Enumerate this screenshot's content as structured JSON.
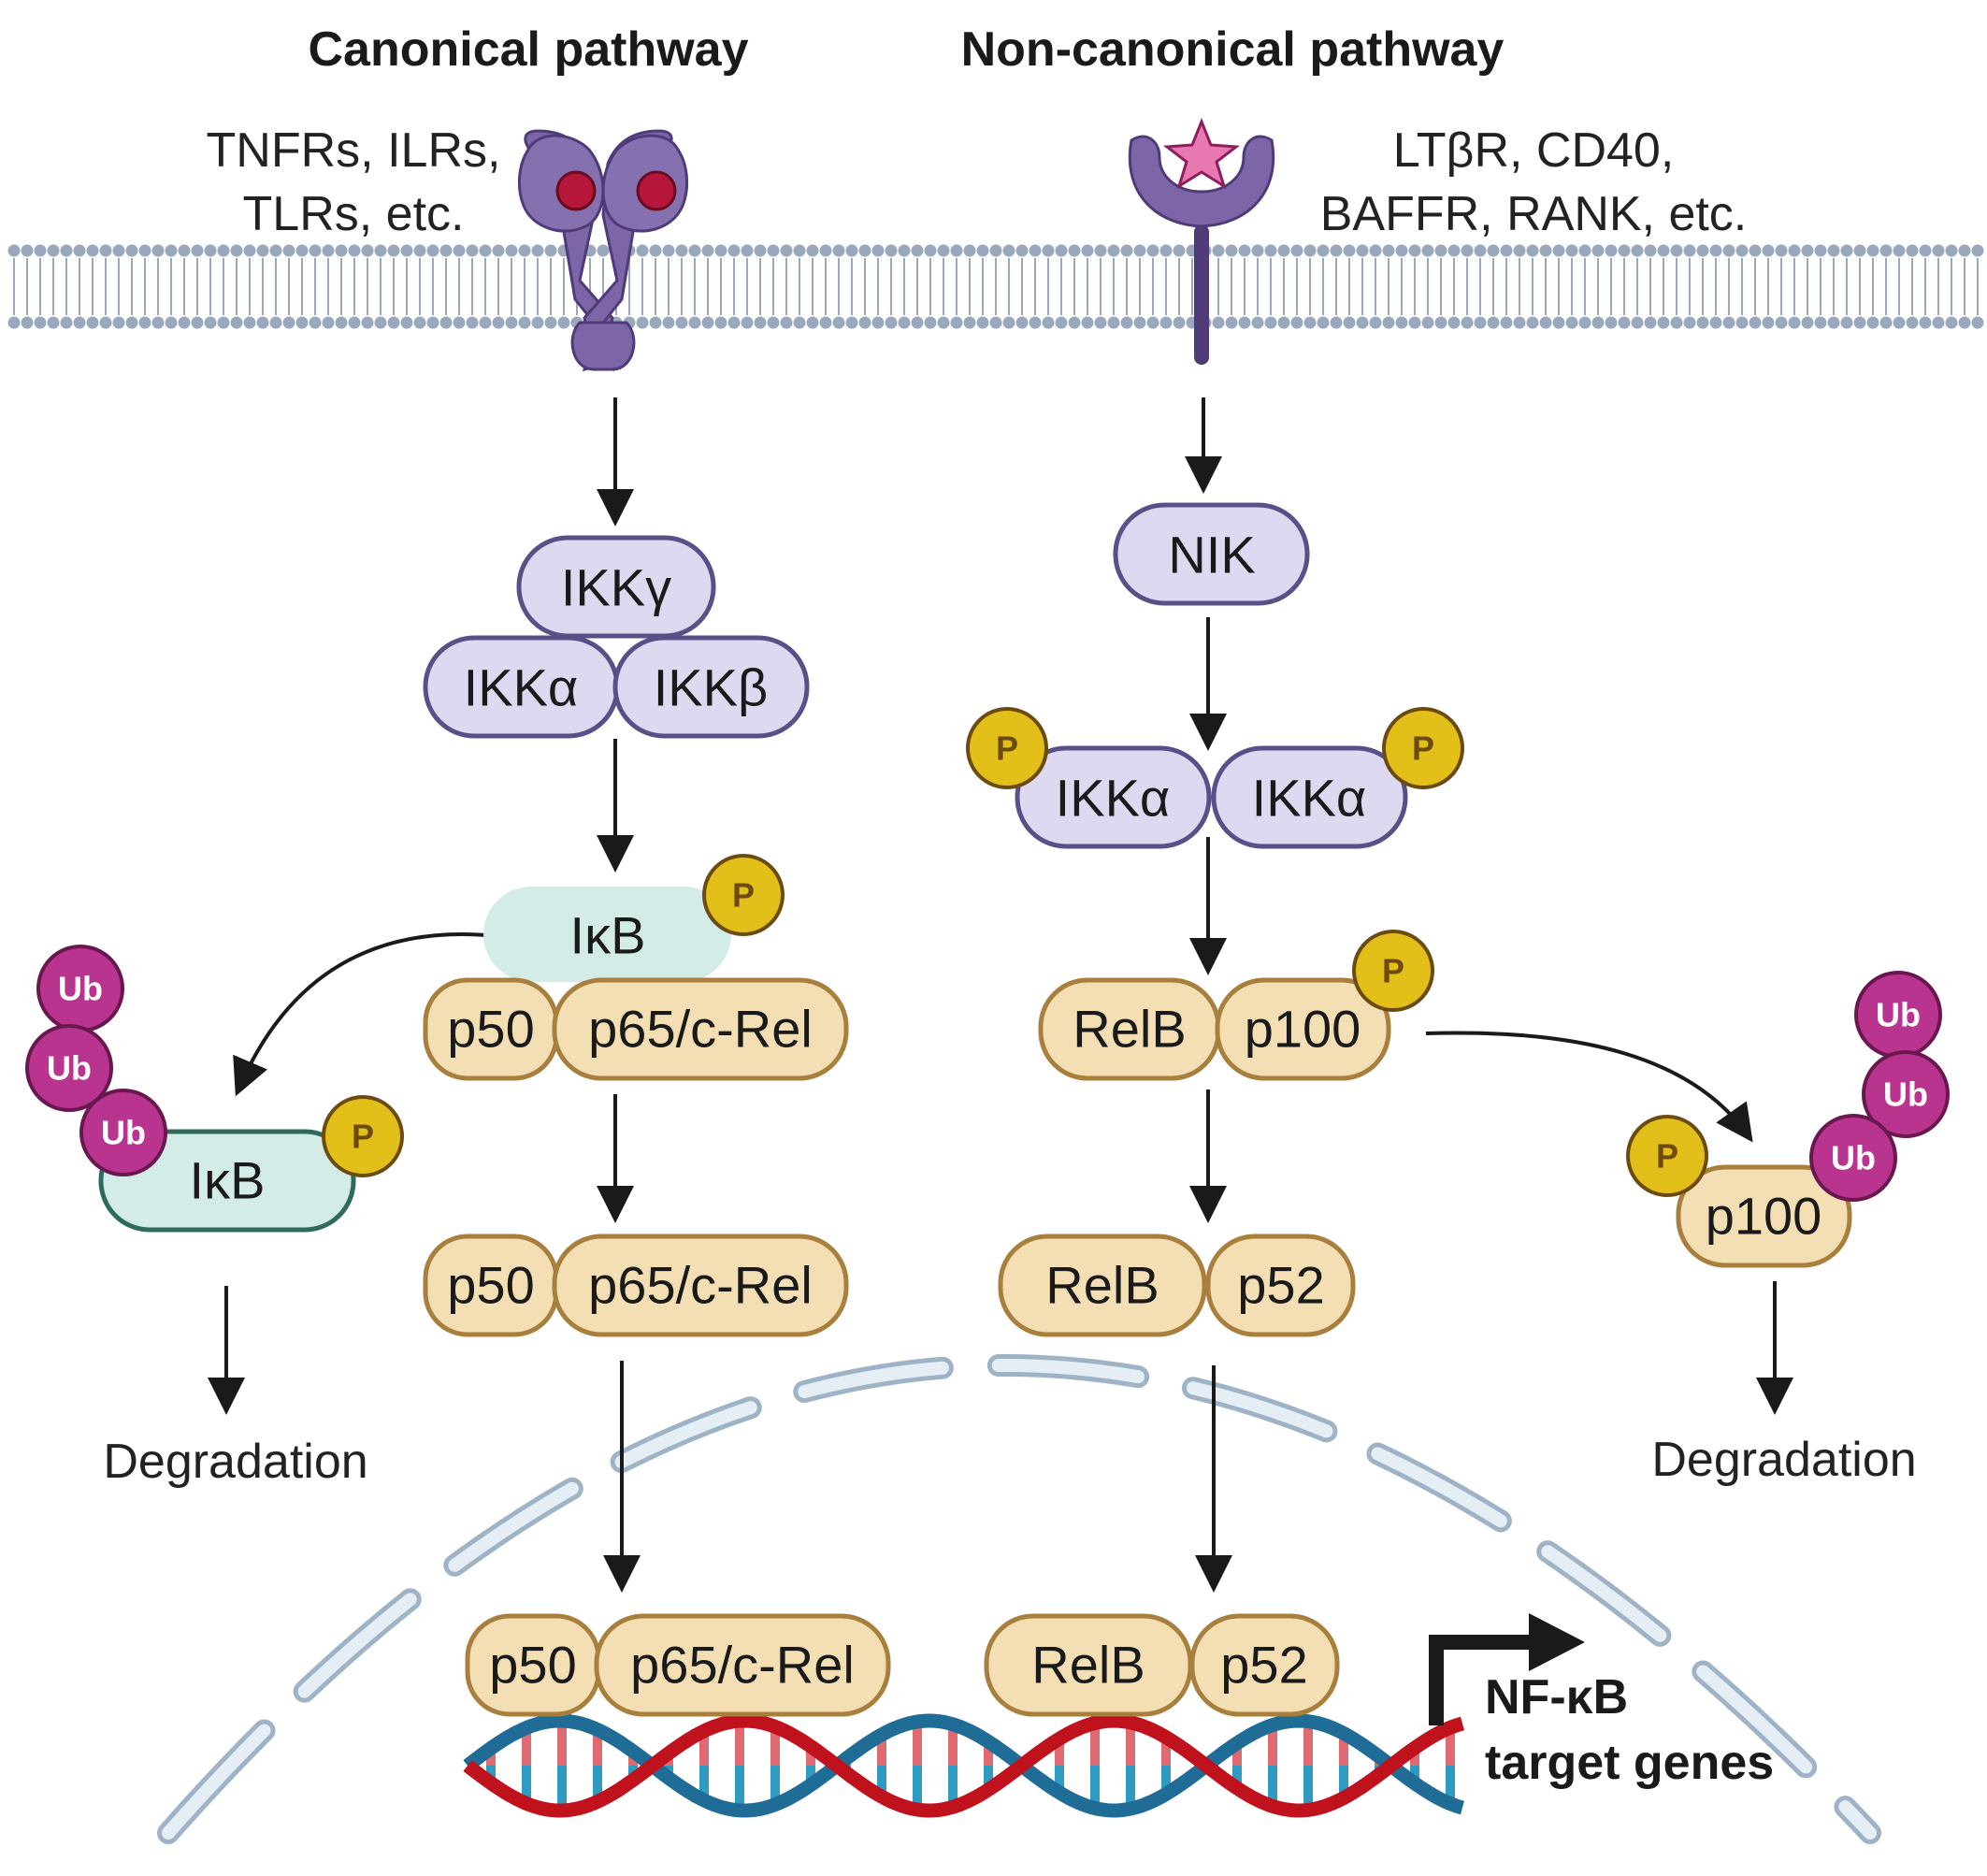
{
  "titles": {
    "canonical": "Canonical pathway",
    "noncanonical": "Non-canonical pathway"
  },
  "receptors": {
    "canonical_line1": "TNFRs, ILRs,",
    "canonical_line2": "TLRs, etc.",
    "noncanonical_line1": "LTβR, CD40,",
    "noncanonical_line2": "BAFFR, RANK, etc."
  },
  "proteins": {
    "ikk_gamma": "IKKγ",
    "ikk_alpha": "IKKα",
    "ikk_beta": "IKKβ",
    "nik": "NIK",
    "ikk_alpha_left": "IKKα",
    "ikk_alpha_right": "IKKα",
    "ikb": "IκB",
    "ikb_degraded": "IκB",
    "p50_1": "p50",
    "p65_1": "p65/c-Rel",
    "p50_2": "p50",
    "p65_2": "p65/c-Rel",
    "p50_3": "p50",
    "p65_3": "p65/c-Rel",
    "relb_1": "RelB",
    "p100_1": "p100",
    "relb_2": "RelB",
    "p52_2": "p52",
    "relb_3": "RelB",
    "p52_3": "p52",
    "p100_degraded": "p100"
  },
  "badges": {
    "phospho": "P",
    "ubiquitin": "Ub"
  },
  "outcomes": {
    "degradation_left": "Degradation",
    "degradation_right": "Degradation",
    "genes_line1": "NF-κB",
    "genes_line2": "target genes"
  },
  "colors": {
    "membrane": "#9aa8bd",
    "ikk_fill": "#dcd9f0",
    "ikk_stroke": "#5a4f87",
    "rel_fill": "#f3dfb3",
    "rel_stroke": "#a87f3d",
    "ikb_fill": "#d3ece7",
    "ikb_stroke": "#2e6b5e",
    "phospho_fill": "#e3bf1a",
    "phospho_stroke": "#6b4b10",
    "ub_fill": "#b8348f",
    "ub_stroke": "#6a1750",
    "receptor": "#7d66a8",
    "receptor_dark": "#4e3b78",
    "ligand_red": "#b5163a",
    "ligand_star": "#e879b0",
    "nucleus": "#d6e4ef",
    "dna_red": "#c0121d",
    "dna_blue": "#1f6c97"
  }
}
